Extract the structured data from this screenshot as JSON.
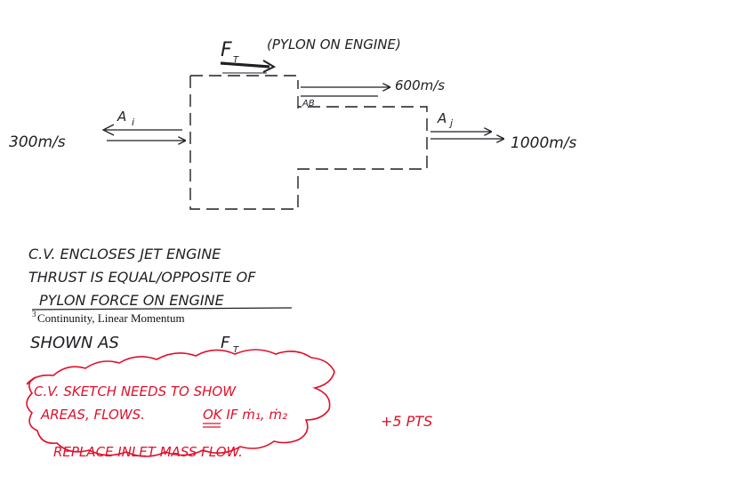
{
  "colors": {
    "ink": "#1f1f24",
    "grader": "#e0102a",
    "paper": "#ffffff"
  },
  "diagram": {
    "force_label": "F",
    "force_subscript": "T",
    "force_note": "(PYLON ON ENGINE)",
    "inlet_area": "A",
    "inlet_area_sub": "i",
    "inlet_velocity": "300m/s",
    "bypass_area": "AB",
    "bypass_velocity": "600m/s",
    "exit_area": "A",
    "exit_area_sub": "j",
    "exit_velocity": "1000m/s"
  },
  "notes": {
    "line1": "C.V. ENCLOSES JET ENGINE",
    "line2": "THRUST IS EQUAL/OPPOSITE OF",
    "line3": "PYLON FORCE ON ENGINE",
    "line4": "SHOWN AS",
    "line4_symbol": "F",
    "line4_sub": "T",
    "footnote_mark": "3",
    "footnote": "Continunity, Linear Momentum"
  },
  "grading": {
    "line1": "C.V. SKETCH NEEDS TO SHOW",
    "line2": "AREAS, FLOWS.",
    "line2b": "OK IF ṁ₁, ṁ₂",
    "points": "+5 PTS",
    "line3": "REPLACE INLET MASS FLOW."
  }
}
